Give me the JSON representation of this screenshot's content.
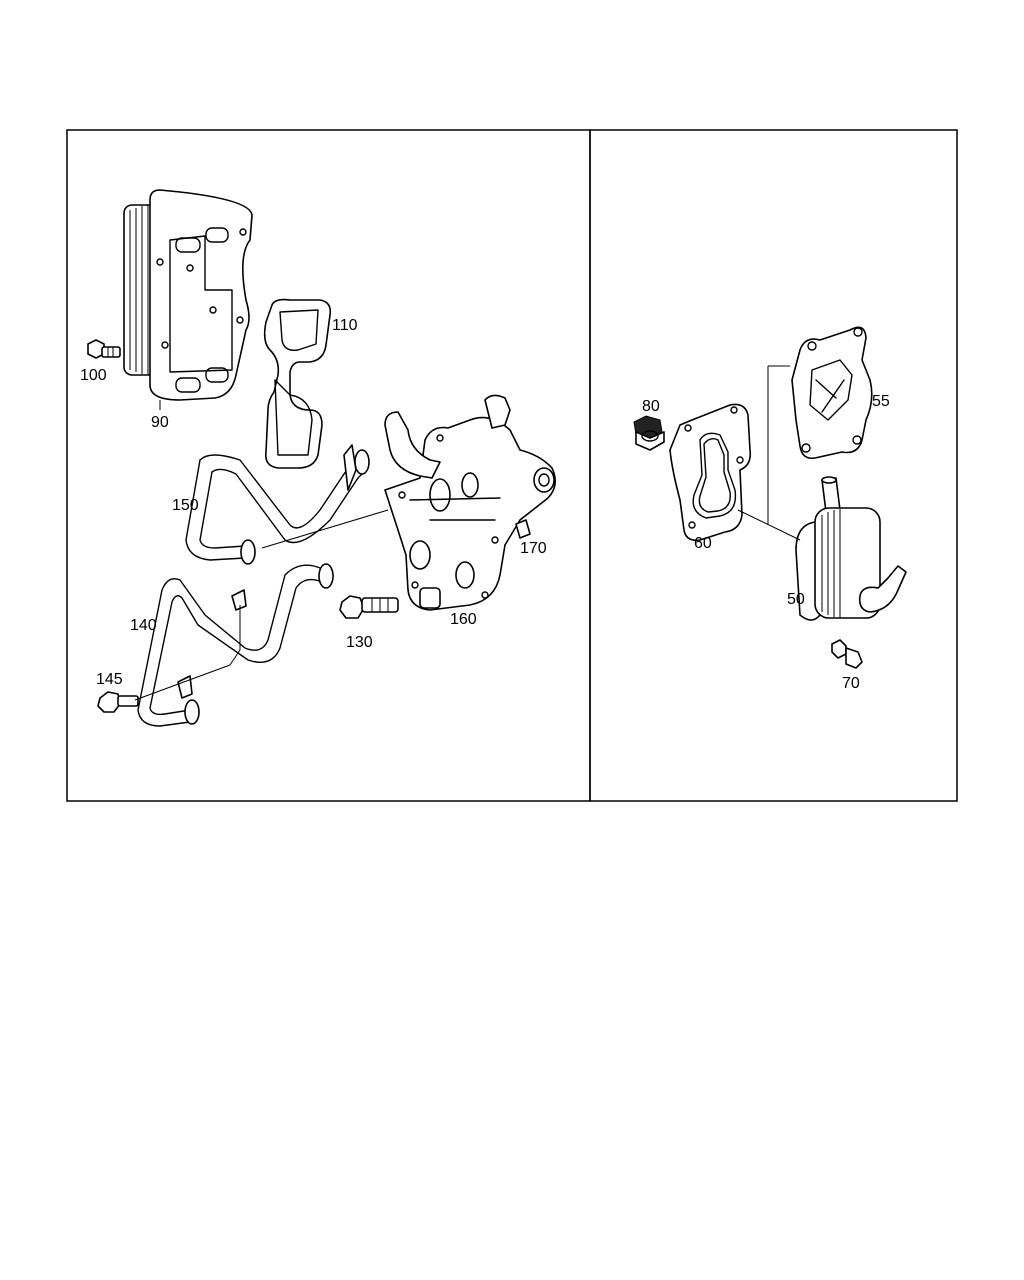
{
  "diagram": {
    "left_panel": {
      "callouts": [
        "90",
        "100",
        "110",
        "150",
        "170",
        "160",
        "130",
        "140",
        "145"
      ]
    },
    "right_panel": {
      "callouts": [
        "80",
        "55",
        "60",
        "50",
        "70"
      ]
    }
  }
}
